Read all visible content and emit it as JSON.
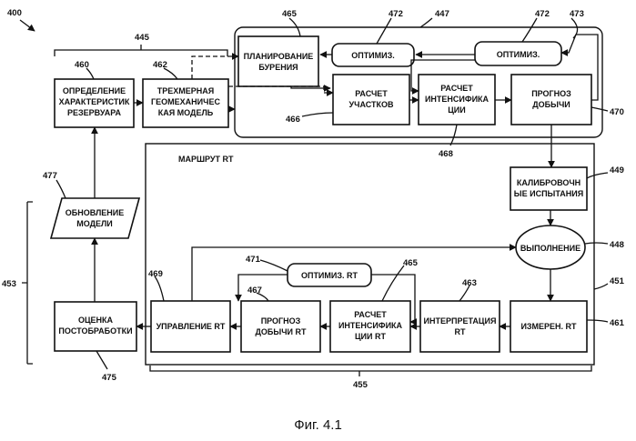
{
  "figure_number": "400",
  "caption": "Фиг. 4.1",
  "boxes": {
    "res": [
      "ОПРЕДЕЛЕНИЕ",
      "ХАРАКТЕРИСТИК",
      "РЕЗЕРВУАРА"
    ],
    "geo": [
      "ТРЕХМЕРНАЯ",
      "ГЕОМЕХАНИЧЕС",
      "КАЯ МОДЕЛЬ"
    ],
    "drill": [
      "ПЛАНИРОВАНИЕ",
      "БУРЕНИЯ"
    ],
    "opt1": [
      "ОПТИМИЗ."
    ],
    "opt2": [
      "ОПТИМИЗ."
    ],
    "site": [
      "РАСЧЕТ",
      "УЧАСТКОВ"
    ],
    "stim": [
      "РАСЧЕТ",
      "ИНТЕНСИФИКА",
      "ЦИИ"
    ],
    "prod": [
      "ПРОГНОЗ",
      "ДОБЫЧИ"
    ],
    "calib": [
      "КАЛИБРОВОЧН",
      "ЫЕ ИСПЫТАНИЯ"
    ],
    "exec": [
      "ВЫПОЛНЕНИЕ"
    ],
    "update": [
      "ОБНОВЛЕНИЕ",
      "МОДЕЛИ"
    ],
    "post": [
      "ОЦЕНКА",
      "ПОСТОБРАБОТКИ"
    ],
    "ctrl": [
      "УПРАВЛЕНИЕ RT"
    ],
    "prodrt": [
      "ПРОГНОЗ",
      "ДОБЫЧИ RT"
    ],
    "stimrt": [
      "РАСЧЕТ",
      "ИНТЕНСИФИКА",
      "ЦИИ RT"
    ],
    "interp": [
      "ИНТЕРПРЕТАЦИЯ",
      "RT"
    ],
    "meas": [
      "ИЗМЕРЕН. RT"
    ],
    "optrt": [
      "ОПТИМИЗ. RT"
    ]
  },
  "route_label": "МАРШРУТ RT",
  "refs": {
    "r445": "445",
    "r465a": "465",
    "r472a": "472",
    "r447": "447",
    "r472b": "472",
    "r473": "473",
    "r460": "460",
    "r462": "462",
    "r466": "466",
    "r468": "468",
    "r470": "470",
    "r449": "449",
    "r448": "448",
    "r451": "451",
    "r461": "461",
    "r477": "477",
    "r453": "453",
    "r471": "471",
    "r465b": "465",
    "r467": "467",
    "r463": "463",
    "r469": "469",
    "r475": "475",
    "r455": "455"
  }
}
